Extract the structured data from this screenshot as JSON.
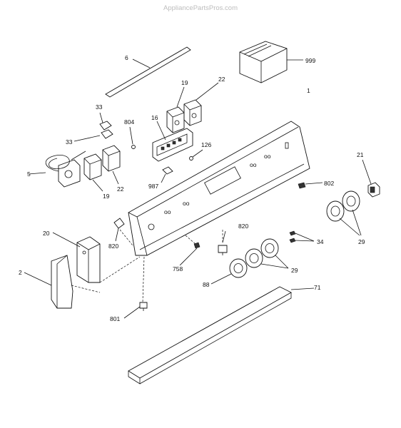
{
  "watermark": "AppliancePartsPros.com",
  "labels": {
    "p1": "1",
    "p2": "2",
    "p5": "5",
    "p6": "6",
    "p16": "16",
    "p19a": "19",
    "p19b": "19",
    "p20": "20",
    "p21": "21",
    "p22a": "22",
    "p22b": "22",
    "p29a": "29",
    "p29b": "29",
    "p33a": "33",
    "p33b": "33",
    "p34": "34",
    "p71": "71",
    "p88": "88",
    "p126": "126",
    "p758": "758",
    "p801": "801",
    "p802": "802",
    "p804": "804",
    "p820a": "820",
    "p820b": "820",
    "p987": "987",
    "p999": "999"
  }
}
